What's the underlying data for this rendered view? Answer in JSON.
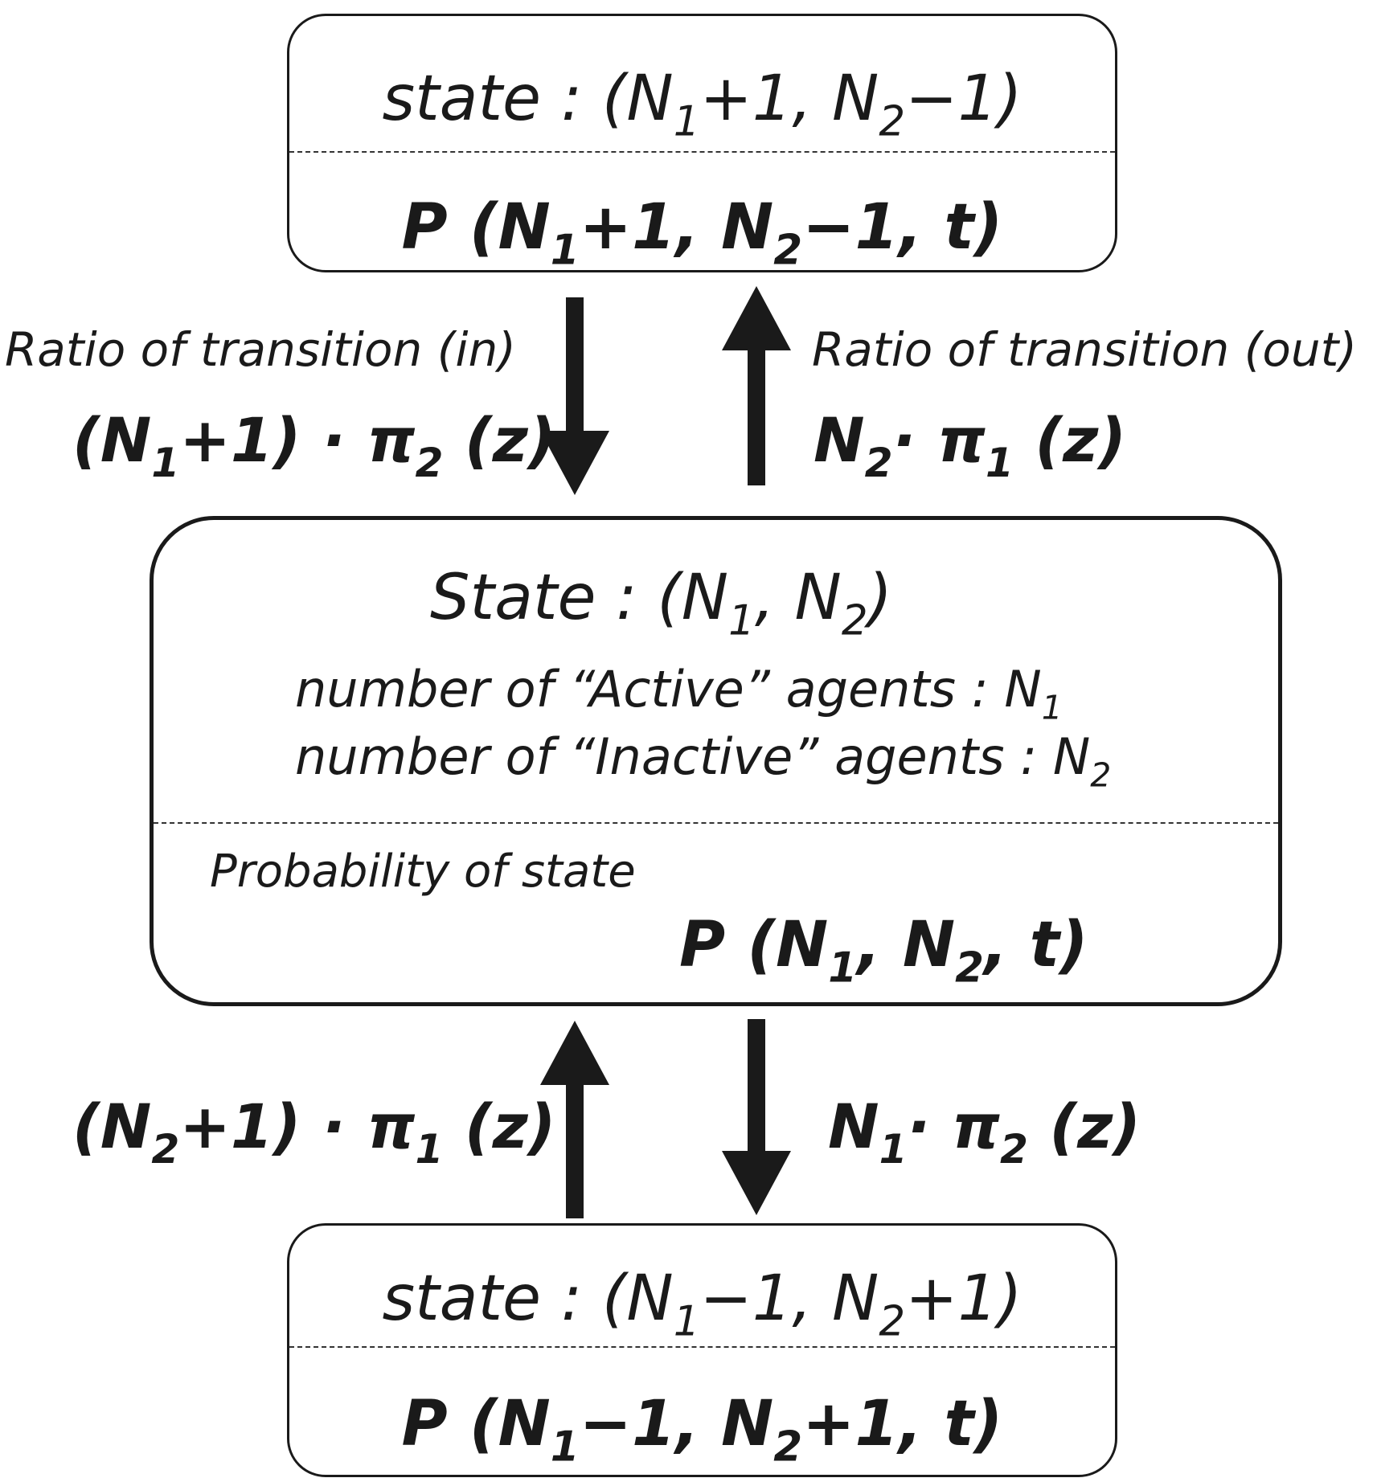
{
  "top_box": {
    "state_label": "state :",
    "state_value_1": "(N",
    "state_sub_1": "1",
    "state_value_2": "+1, N",
    "state_sub_2": "2",
    "state_value_3": "−1)",
    "prob_1": "P (N",
    "prob_sub_1": "1",
    "prob_2": "+1, N",
    "prob_sub_2": "2",
    "prob_3": "−1, t)"
  },
  "upper_transitions": {
    "in_label": "Ratio of transition (in)",
    "in_formula_1": "(N",
    "in_formula_sub_1": "1",
    "in_formula_2": "+1) · π",
    "in_formula_sub_2": "2",
    "in_formula_3": "(z)",
    "out_label": "Ratio of transition (out)",
    "out_formula_1": "N",
    "out_formula_sub_1": "2",
    "out_formula_2": "· π",
    "out_formula_sub_2": "1",
    "out_formula_3": "(z)"
  },
  "center_box": {
    "state_label": "State :",
    "state_1": "(N",
    "state_sub_1": "1",
    "state_2": ", N",
    "state_sub_2": "2",
    "state_3": ")",
    "active_line": "number of “Active” agents :",
    "active_var": "N",
    "active_sub": "1",
    "inactive_line": "number of “Inactive” agents :",
    "inactive_var": "N",
    "inactive_sub": "2",
    "prob_label": "Probability of state",
    "prob_1": "P (N",
    "prob_sub_1": "1",
    "prob_2": ", N",
    "prob_sub_2": "2",
    "prob_3": ", t)"
  },
  "lower_transitions": {
    "left_formula_1": "(N",
    "left_formula_sub_1": "2",
    "left_formula_2": "+1) · π",
    "left_formula_sub_2": "1",
    "left_formula_3": "(z)",
    "right_formula_1": "N",
    "right_formula_sub_1": "1",
    "right_formula_2": "· π",
    "right_formula_sub_2": "2",
    "right_formula_3": "(z)"
  },
  "bottom_box": {
    "state_label": "state :",
    "state_value_1": "(N",
    "state_sub_1": "1",
    "state_value_2": "−1, N",
    "state_sub_2": "2",
    "state_value_3": "+1)",
    "prob_1": "P (N",
    "prob_sub_1": "1",
    "prob_2": "−1, N",
    "prob_sub_2": "2",
    "prob_3": "+1, t)"
  },
  "colors": {
    "ink": "#1a1a1a",
    "dashed_divider": "#333333",
    "background": "#ffffff"
  }
}
